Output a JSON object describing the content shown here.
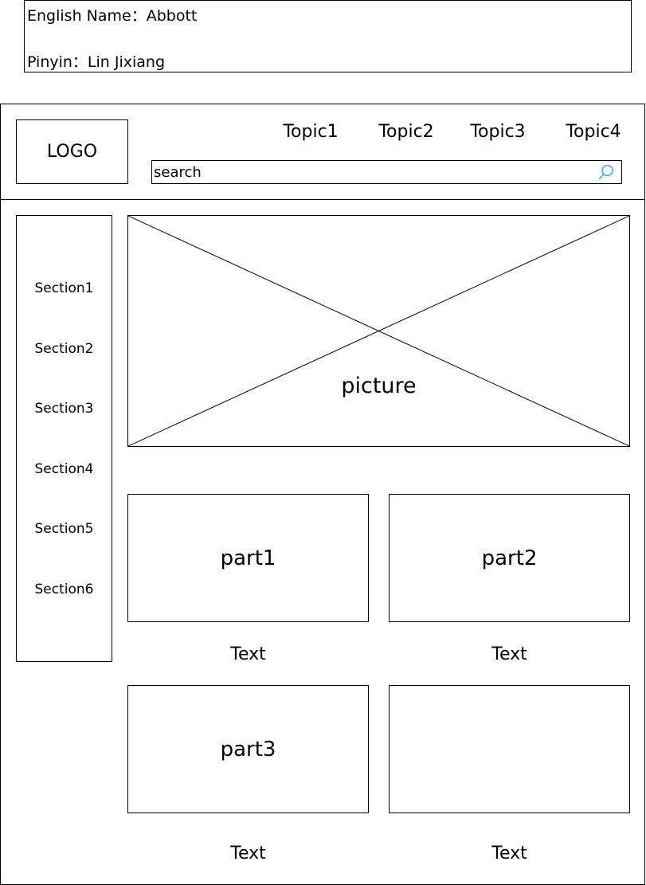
{
  "info": {
    "line1": "English Name：Abbott",
    "line2": "Pinyin：Lin Jixiang"
  },
  "header": {
    "logo": "LOGO",
    "topics": [
      "Topic1",
      "Topic2",
      "Topic3",
      "Topic4"
    ],
    "search": {
      "value": "search",
      "icon": "search-icon",
      "icon_color": "#3fb0e0"
    }
  },
  "sidebar": {
    "items": [
      {
        "label": "Section1"
      },
      {
        "label": "Section2"
      },
      {
        "label": "Section3"
      },
      {
        "label": "Section4"
      },
      {
        "label": "Section5"
      },
      {
        "label": "Section6"
      }
    ]
  },
  "main": {
    "picture_label": "picture",
    "parts": [
      {
        "label": "part1",
        "caption": "Text"
      },
      {
        "label": "part2",
        "caption": "Text"
      },
      {
        "label": "part3",
        "caption": "Text"
      },
      {
        "label": "",
        "caption": "Text"
      }
    ]
  }
}
